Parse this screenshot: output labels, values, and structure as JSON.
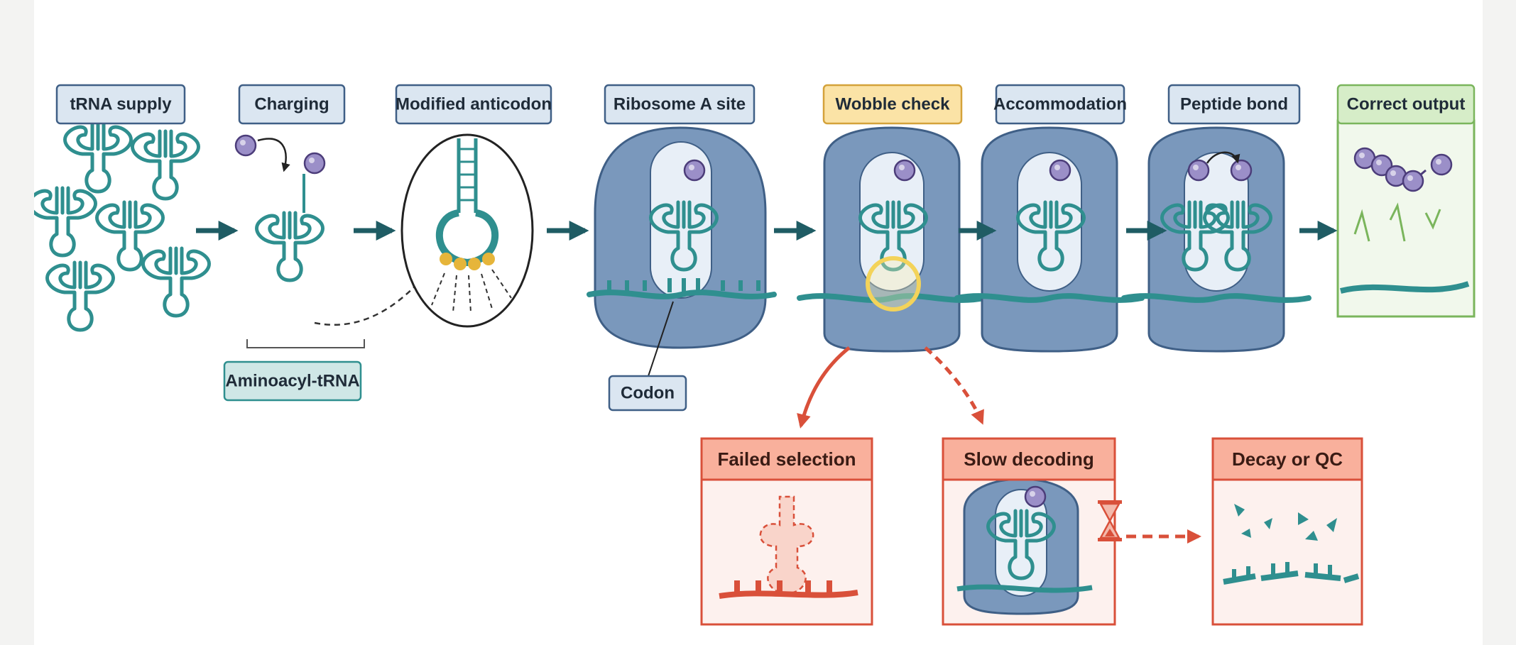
{
  "pipeline": {
    "steps": [
      {
        "label": "tRNA supply"
      },
      {
        "label": "Charging"
      },
      {
        "label": "Modified anticodon"
      },
      {
        "label": "Ribosome A site"
      },
      {
        "label": "Wobble check",
        "highlight": true
      },
      {
        "label": "Accommodation"
      },
      {
        "label": "Peptide bond"
      },
      {
        "label": "Correct output",
        "success": true
      }
    ],
    "annotations": {
      "aminoacyl": "Aminoacyl-tRNA",
      "codon": "Codon"
    }
  },
  "failure_paths": [
    {
      "label": "Failed selection"
    },
    {
      "label": "Slow decoding"
    },
    {
      "label": "Decay or QC"
    }
  ],
  "icons": {
    "amino_acid": "amino-acid-ball-icon",
    "trna": "trna-cloverleaf-icon",
    "ribosome": "ribosome-icon",
    "timer": "hourglass-icon"
  },
  "colors": {
    "trna": "#2f8f8f",
    "ribosome": "#6f8fb3",
    "amino_acid": "#9b8fc8",
    "label_fill": "#dbe6f1",
    "highlight_fill": "#fbe3a6",
    "success": "#7ab55c",
    "failure": "#d9503a"
  }
}
